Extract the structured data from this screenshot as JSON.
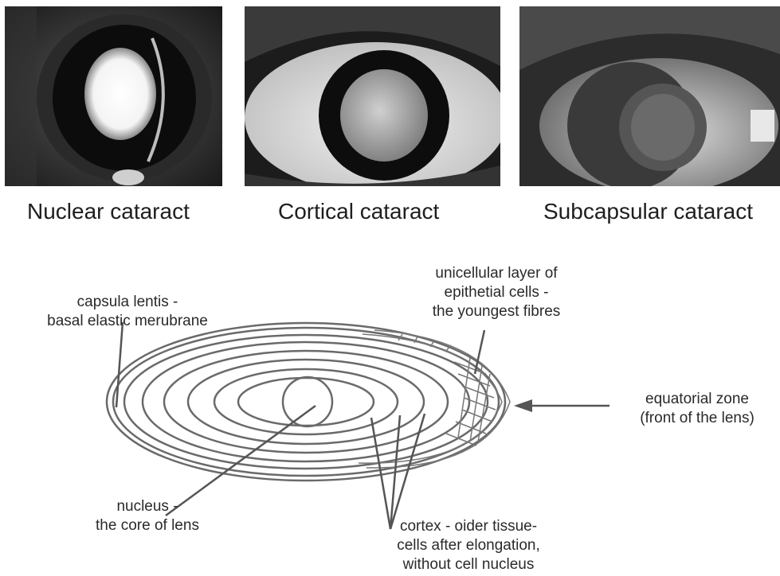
{
  "photos": [
    {
      "caption": "Nuclear cataract"
    },
    {
      "caption": "Cortical cataract"
    },
    {
      "caption": "Subcapsular cataract"
    }
  ],
  "labels": {
    "capsula": [
      "capsula lentis -",
      "basal elastic merubrane"
    ],
    "epithelial": [
      "unicellular layer of",
      "epithetial cells -",
      "the youngest fibres"
    ],
    "equatorial": [
      "equatorial zone",
      "(front of the lens)"
    ],
    "nucleus": [
      "nucleus -",
      "the core of lens"
    ],
    "cortex": [
      "cortex - oider tissue-",
      "cells after elongation,",
      "without cell nucleus"
    ]
  }
}
